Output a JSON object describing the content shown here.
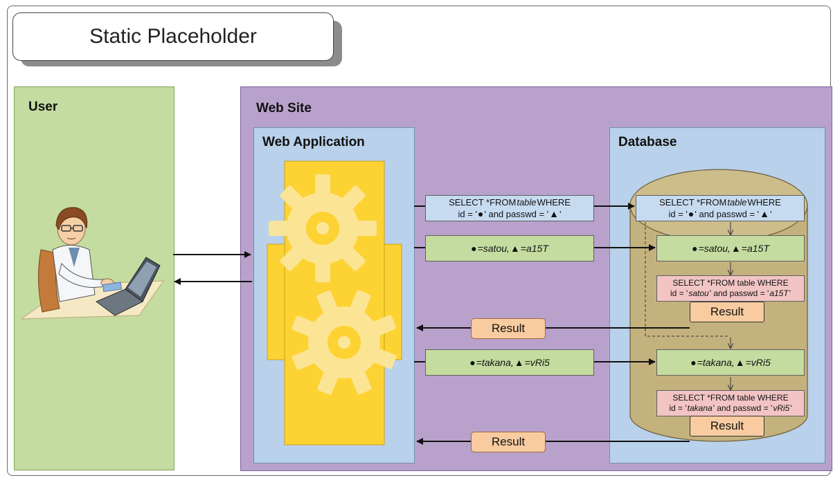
{
  "title": "Static Placeholder",
  "panels": {
    "user": "User",
    "web_site": "Web Site",
    "web_application": "Web Application",
    "database": "Database"
  },
  "symbols": {
    "circle": "●",
    "triangle": "▲"
  },
  "query_template": {
    "prefix": "SELECT *FROM ",
    "table_word": "table",
    "suffix": " WHERE",
    "id_part": "id = '",
    "and_part": "' and passwd = '",
    "close": "'"
  },
  "binding1": {
    "circle_value": "=satou, ",
    "triangle_value": "=a15T"
  },
  "binding2": {
    "circle_value": "=takana, ",
    "triangle_value": "=vRi5"
  },
  "filled_query1": {
    "line1": "SELECT *FROM table WHERE",
    "id_part": "id = '",
    "id_value": "satou",
    "and_part": "' and passwd = '",
    "pw_value": "a15T",
    "close": "'"
  },
  "filled_query2": {
    "line1": "SELECT *FROM table WHERE",
    "id_part": "id = '",
    "id_value": "takana",
    "and_part": "' and passwd = '",
    "pw_value": "vRi5",
    "close": "'"
  },
  "result_label": "Result",
  "colors": {
    "user_panel": "#c4dca0",
    "site_panel": "#b8a2cc",
    "app_panel": "#b9d1ea",
    "gear_bg": "#fdd233",
    "cylinder": "#c4b27e",
    "result": "#f8cba0",
    "query_pink": "#f2c4c4"
  }
}
